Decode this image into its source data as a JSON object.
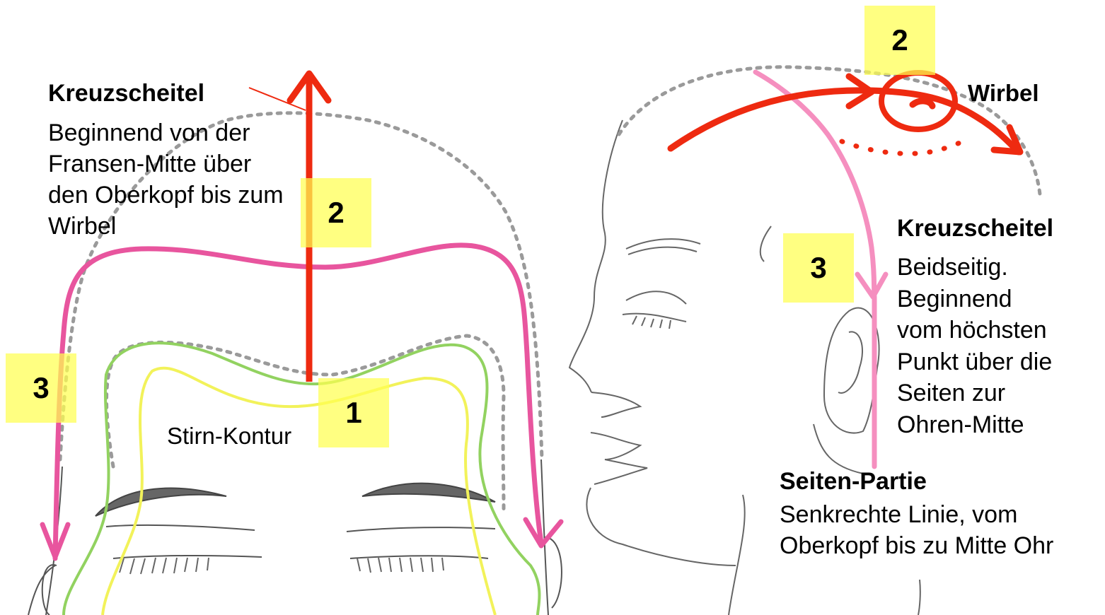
{
  "left": {
    "heading": "Kreuzscheitel",
    "text": "Beginnend von der\nFransen-Mitte über\nden Oberkopf bis zum\nWirbel",
    "stirn_label": "Stirn-Kontur",
    "markers": {
      "one": "1",
      "two": "2",
      "three": "3"
    }
  },
  "right": {
    "wirbel_label": "Wirbel",
    "heading": "Kreuzscheitel",
    "text": "Beidseitig.\nBeginnend\nvom höchsten\nPunkt über die\nSeiten zur\nOhren-Mitte",
    "side_heading": "Seiten-Partie",
    "side_text": "Senkrechte Linie, vom\nOberkopf bis zu Mitte Ohr",
    "markers": {
      "two": "2",
      "three": "3"
    }
  },
  "colors": {
    "red": "#ee2a10",
    "magenta": "#e8559e",
    "pink": "#f58fbf",
    "green": "#92d260",
    "yellow": "#f2f25a",
    "highlight": "#ffff50",
    "dotted": "#9a9a9a",
    "sketch": "#555555"
  }
}
